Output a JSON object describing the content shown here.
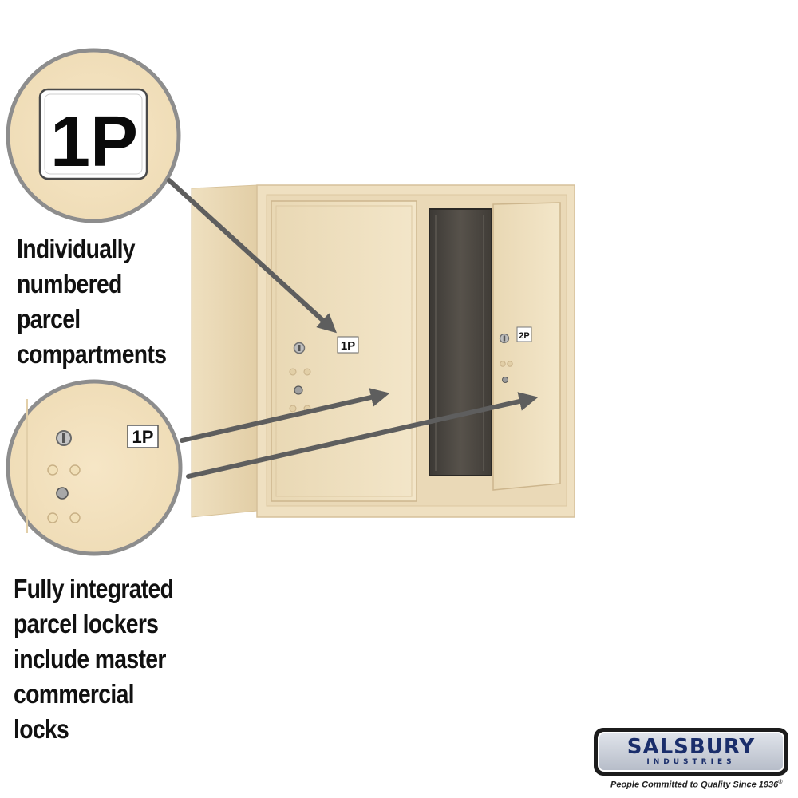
{
  "zoom_top": {
    "label": "1P"
  },
  "zoom_bottom": {
    "label": "1P"
  },
  "product": {
    "door_left_label": "1P",
    "door_right_label": "2P"
  },
  "captions": {
    "numbered": [
      "Individually",
      "numbered",
      "parcel",
      "compartments"
    ],
    "lockers": [
      "Fully integrated",
      "parcel lockers",
      "include master",
      "commercial",
      "locks"
    ]
  },
  "brand": {
    "name": "SALSBURY",
    "subtitle": "INDUSTRIES",
    "tagline": "People Committed to Quality Since 1936",
    "trademark": "®"
  },
  "colors": {
    "sand": "#ecdcba",
    "arrow": "#5e5e5e",
    "window": "#4a4742"
  }
}
